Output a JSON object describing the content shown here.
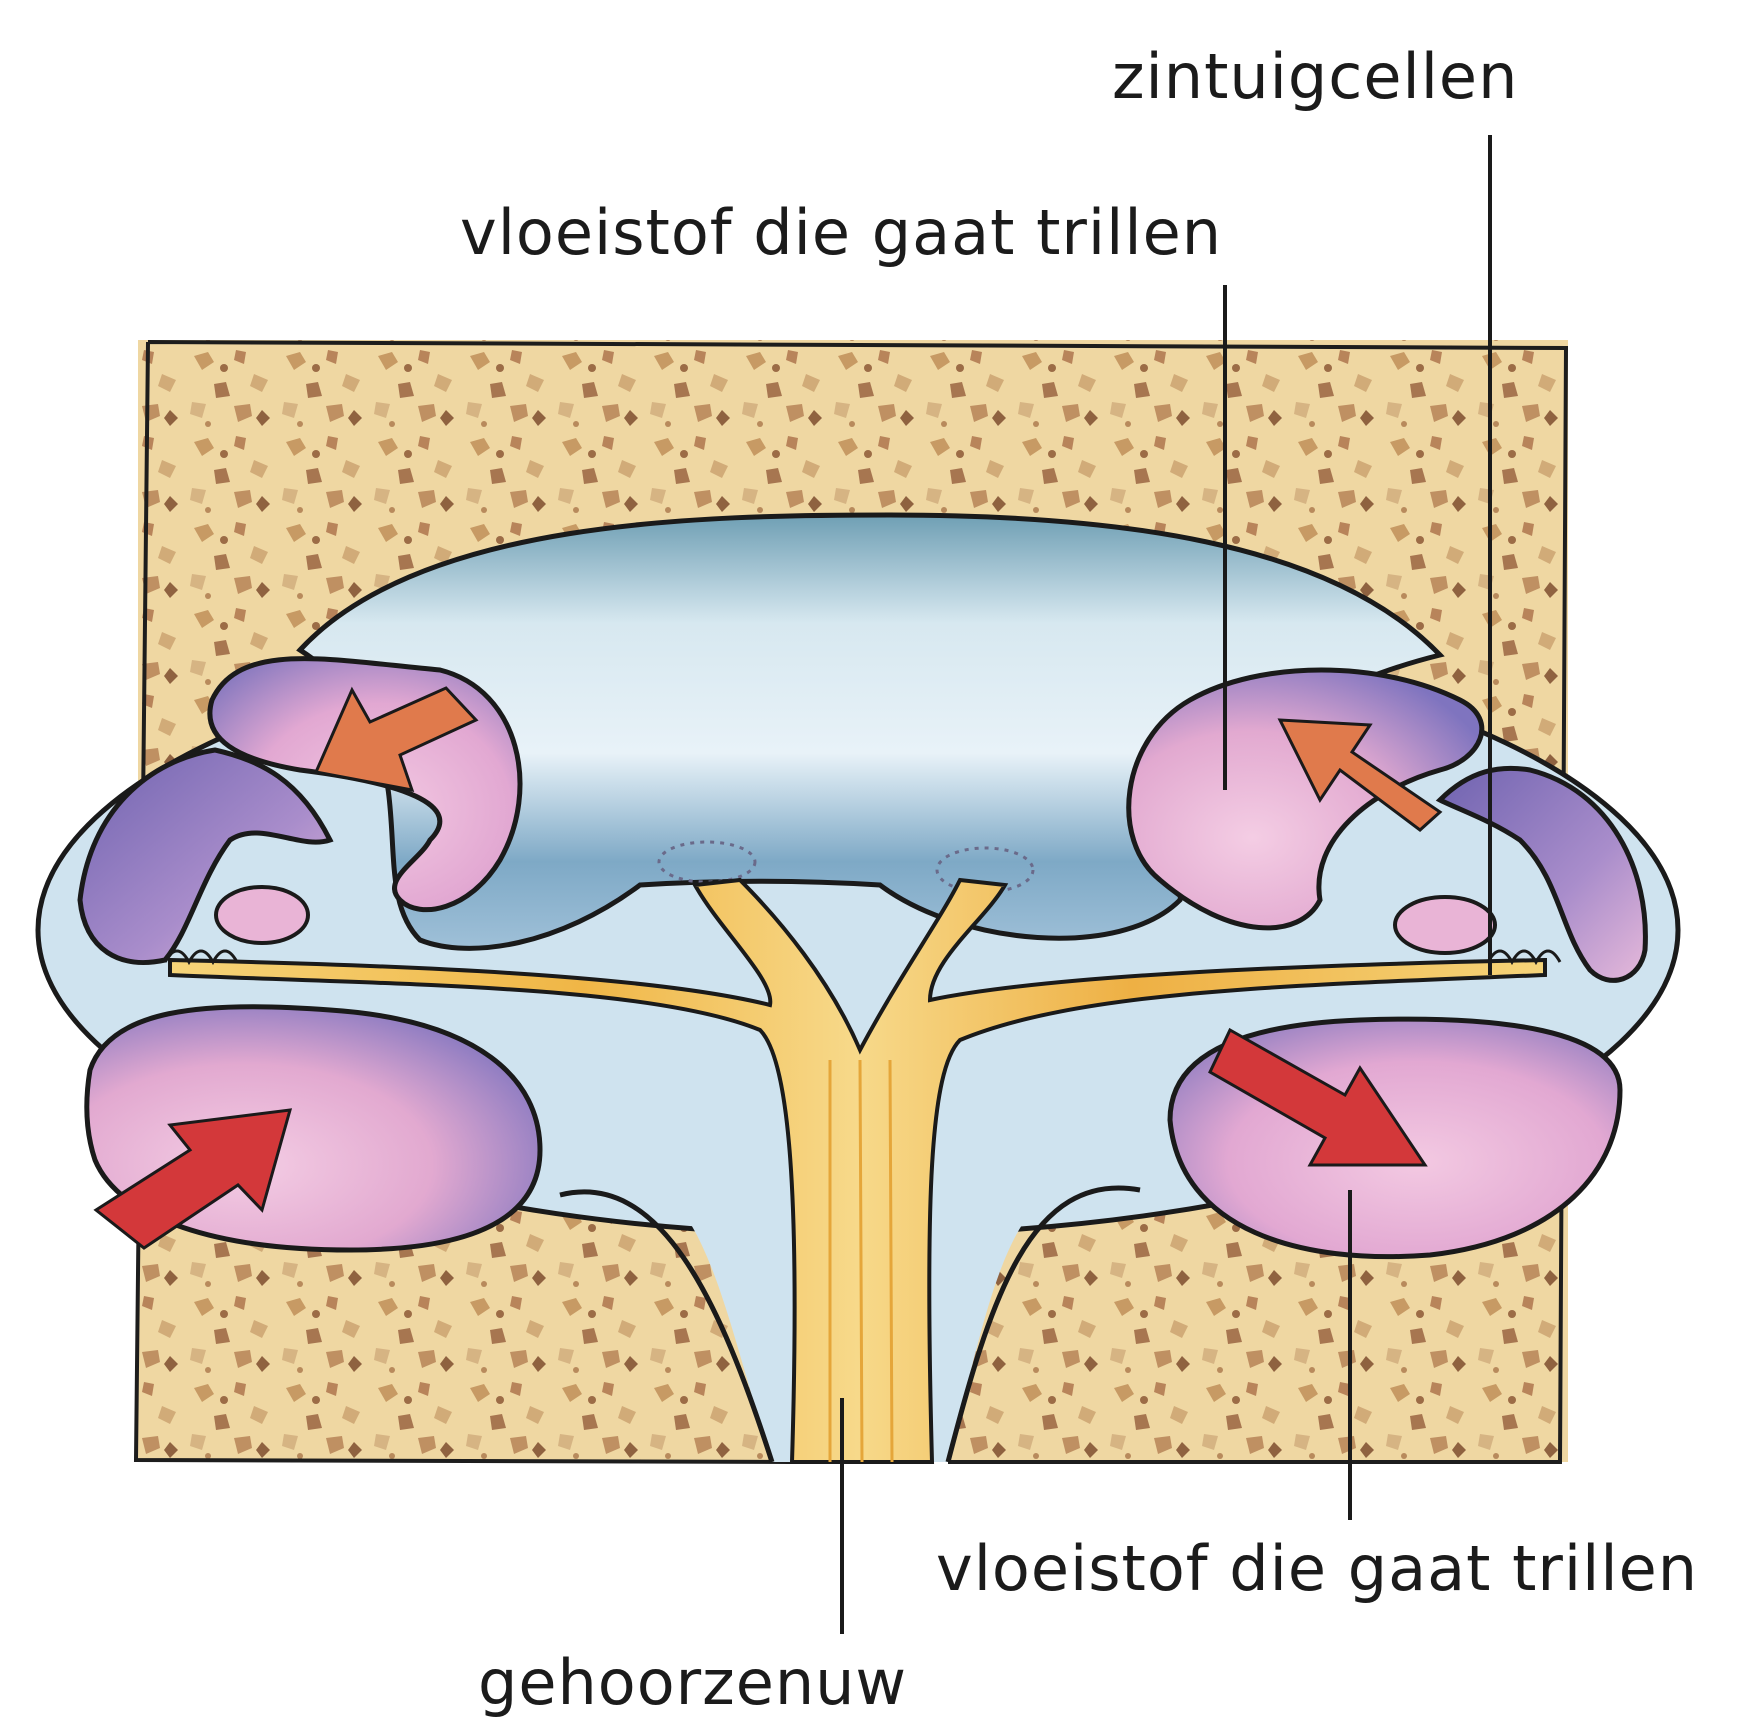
{
  "labels": {
    "sensory_cells": "zintuigcellen",
    "fluid_top": "vloeistof die gaat trillen",
    "fluid_bottom": "vloeistof die gaat trillen",
    "auditory_nerve": "gehoorzenuw"
  },
  "colors": {
    "bone": "#efd9a4",
    "bone_spots": "#c59a68",
    "membrane": "#d8e9f4",
    "duct_fluid": "#b9d3e6",
    "chamber_pink": "#e7b6d6",
    "chamber_violet": "#9a86c4",
    "nerve": "#f2c25a",
    "arrow_orange": "#e07a4c",
    "arrow_red": "#d3383a"
  }
}
